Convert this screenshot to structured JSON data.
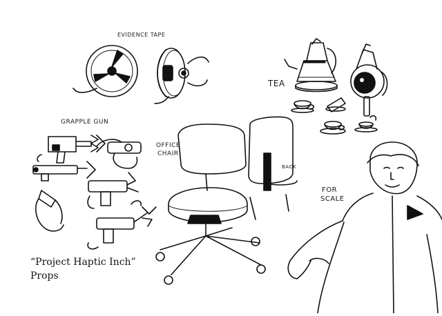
{
  "labels": {
    "evidence_tape": "EVIDENCE TAPE",
    "tea": "TEA",
    "grapple_gun": "GRAPPLE GUN",
    "office_chair_line1": "OFFICE",
    "office_chair_line2": "CHAIR",
    "back": "BACK",
    "for_scale_line1": "FOR",
    "for_scale_line2": "SCALE"
  },
  "caption": {
    "line1": "“Project Haptic Inch”",
    "line2": "Props"
  },
  "colors": {
    "ink": "#111111",
    "paper": "#ffffff"
  }
}
